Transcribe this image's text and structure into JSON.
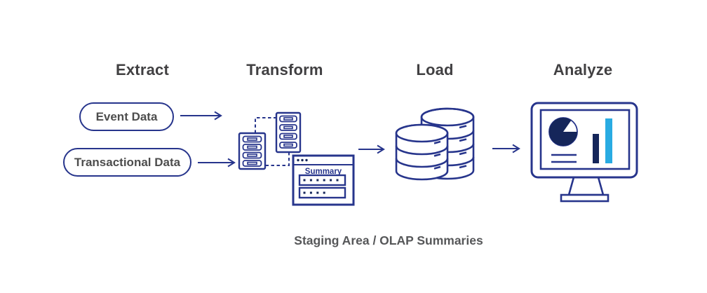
{
  "stages": [
    {
      "label": "Extract"
    },
    {
      "label": "Transform"
    },
    {
      "label": "Load"
    },
    {
      "label": "Analyze"
    }
  ],
  "extract": {
    "sources": [
      {
        "label": "Event Data"
      },
      {
        "label": "Transactional Data"
      }
    ]
  },
  "transform": {
    "summary_window_title": "Summary",
    "field_row_dot_counts": [
      6,
      4
    ]
  },
  "caption": "Staging Area / OLAP Summaries",
  "icons": {
    "transform": "server-cluster-icon",
    "transform_window": "summary-window-icon",
    "load": "database-stack-icon",
    "analyze": "dashboard-monitor-icon",
    "flow": "arrow-right-icon"
  },
  "colors": {
    "outline_navy": "#27358c",
    "fill_navy": "#15265a",
    "light_blue": "#29abe2",
    "heading_text": "#414042",
    "caption_text": "#565759",
    "pill_text": "#4d4d4d"
  }
}
